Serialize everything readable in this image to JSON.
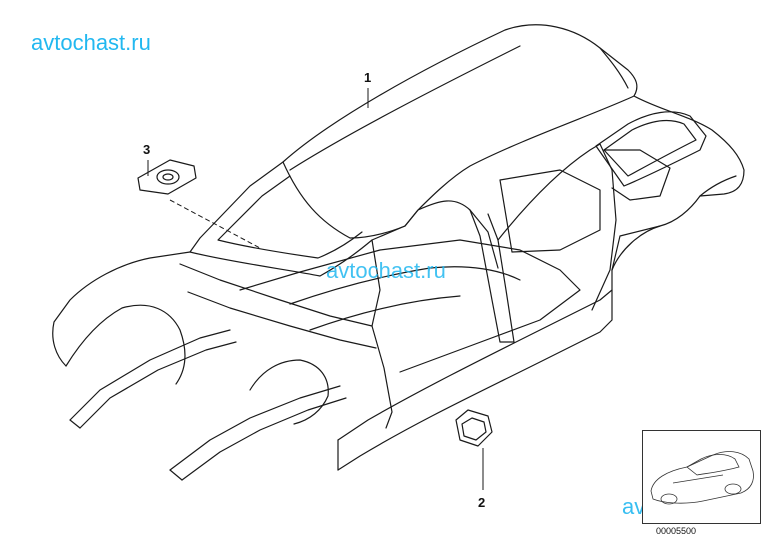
{
  "watermarks": {
    "top_left": "avtochast.ru",
    "center": "avtochast.ru",
    "bottom_right": "avtochast.ru",
    "color": "#22b8f0"
  },
  "callouts": {
    "body_shell": "1",
    "jack_pad": "2",
    "strut_plate": "3"
  },
  "reference_number": "00005500",
  "colors": {
    "line": "#1a1a1a",
    "background": "#ffffff"
  }
}
